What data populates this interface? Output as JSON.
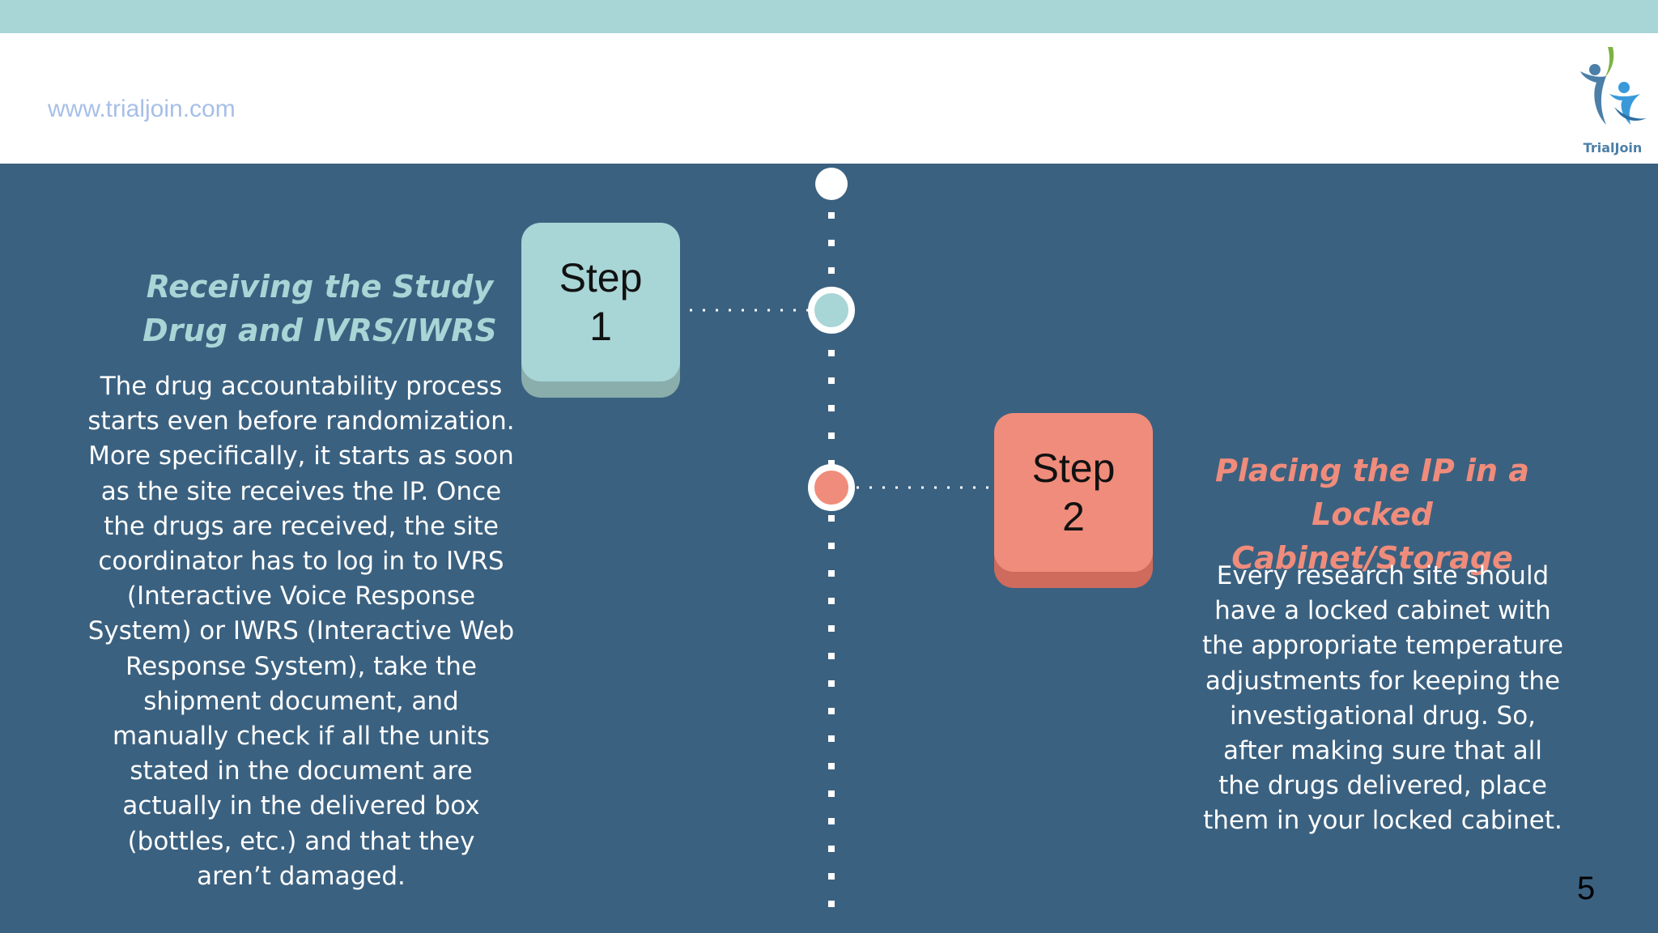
{
  "header": {
    "url": "www.trialjoin.com",
    "logo_text": "TrialJoin"
  },
  "steps": [
    {
      "label": "Step",
      "number": "1",
      "heading": "Receiving the Study Drug and IVRS/IWRS",
      "body": "The drug accountability process starts even before randomization. More specifically, it starts as soon as the site receives the IP. Once the drugs are received, the site coordinator has to log in to IVRS (Interactive Voice Response System) or IWRS (Interactive Web Response System), take the shipment document, and manually check if all the units stated in the document are actually in the delivered box (bottles, etc.) and that they aren’t damaged."
    },
    {
      "label": "Step",
      "number": "2",
      "heading": "Placing the IP in a Locked Cabinet/Storage",
      "body": "Every research site should have a locked cabinet with the appropriate temperature adjustments for keeping the investigational drug. So, after making sure that all the drugs delivered, place them in your locked cabinet."
    }
  ],
  "page_number": "5",
  "colors": {
    "background": "#3b6180",
    "teal": "#a8d5d6",
    "coral": "#f08c7b",
    "url": "#a7bfe8"
  }
}
